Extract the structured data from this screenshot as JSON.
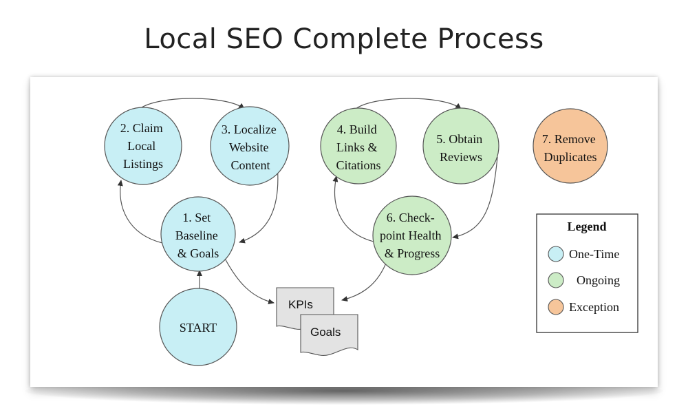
{
  "title": "Local SEO Complete Process",
  "colors": {
    "one_time": "#c8eff5",
    "ongoing": "#ccecc6",
    "exception": "#f6c59a",
    "stroke": "#555555"
  },
  "nodes": {
    "claim": {
      "lines": [
        "2. Claim",
        "Local",
        "Listings"
      ],
      "type": "one_time"
    },
    "localize": {
      "lines": [
        "3. Localize",
        "Website",
        "Content"
      ],
      "type": "one_time"
    },
    "build": {
      "lines": [
        "4. Build",
        "Links &",
        "Citations"
      ],
      "type": "ongoing"
    },
    "reviews": {
      "lines": [
        "5. Obtain",
        "Reviews"
      ],
      "type": "ongoing"
    },
    "duplicates": {
      "lines": [
        "7. Remove",
        "Duplicates"
      ],
      "type": "exception"
    },
    "baseline": {
      "lines": [
        "1. Set",
        "Baseline",
        "& Goals"
      ],
      "type": "one_time"
    },
    "checkpoint": {
      "lines": [
        "6. Check-",
        "point Health",
        "& Progress"
      ],
      "type": "ongoing"
    },
    "start": {
      "lines": [
        "START"
      ],
      "type": "one_time"
    }
  },
  "documents": {
    "kpis": "KPIs",
    "goals": "Goals"
  },
  "legend": {
    "title": "Legend",
    "items": [
      {
        "label": "One-Time",
        "type": "one_time"
      },
      {
        "label": "Ongoing",
        "type": "ongoing"
      },
      {
        "label": "Exception",
        "type": "exception"
      }
    ]
  }
}
